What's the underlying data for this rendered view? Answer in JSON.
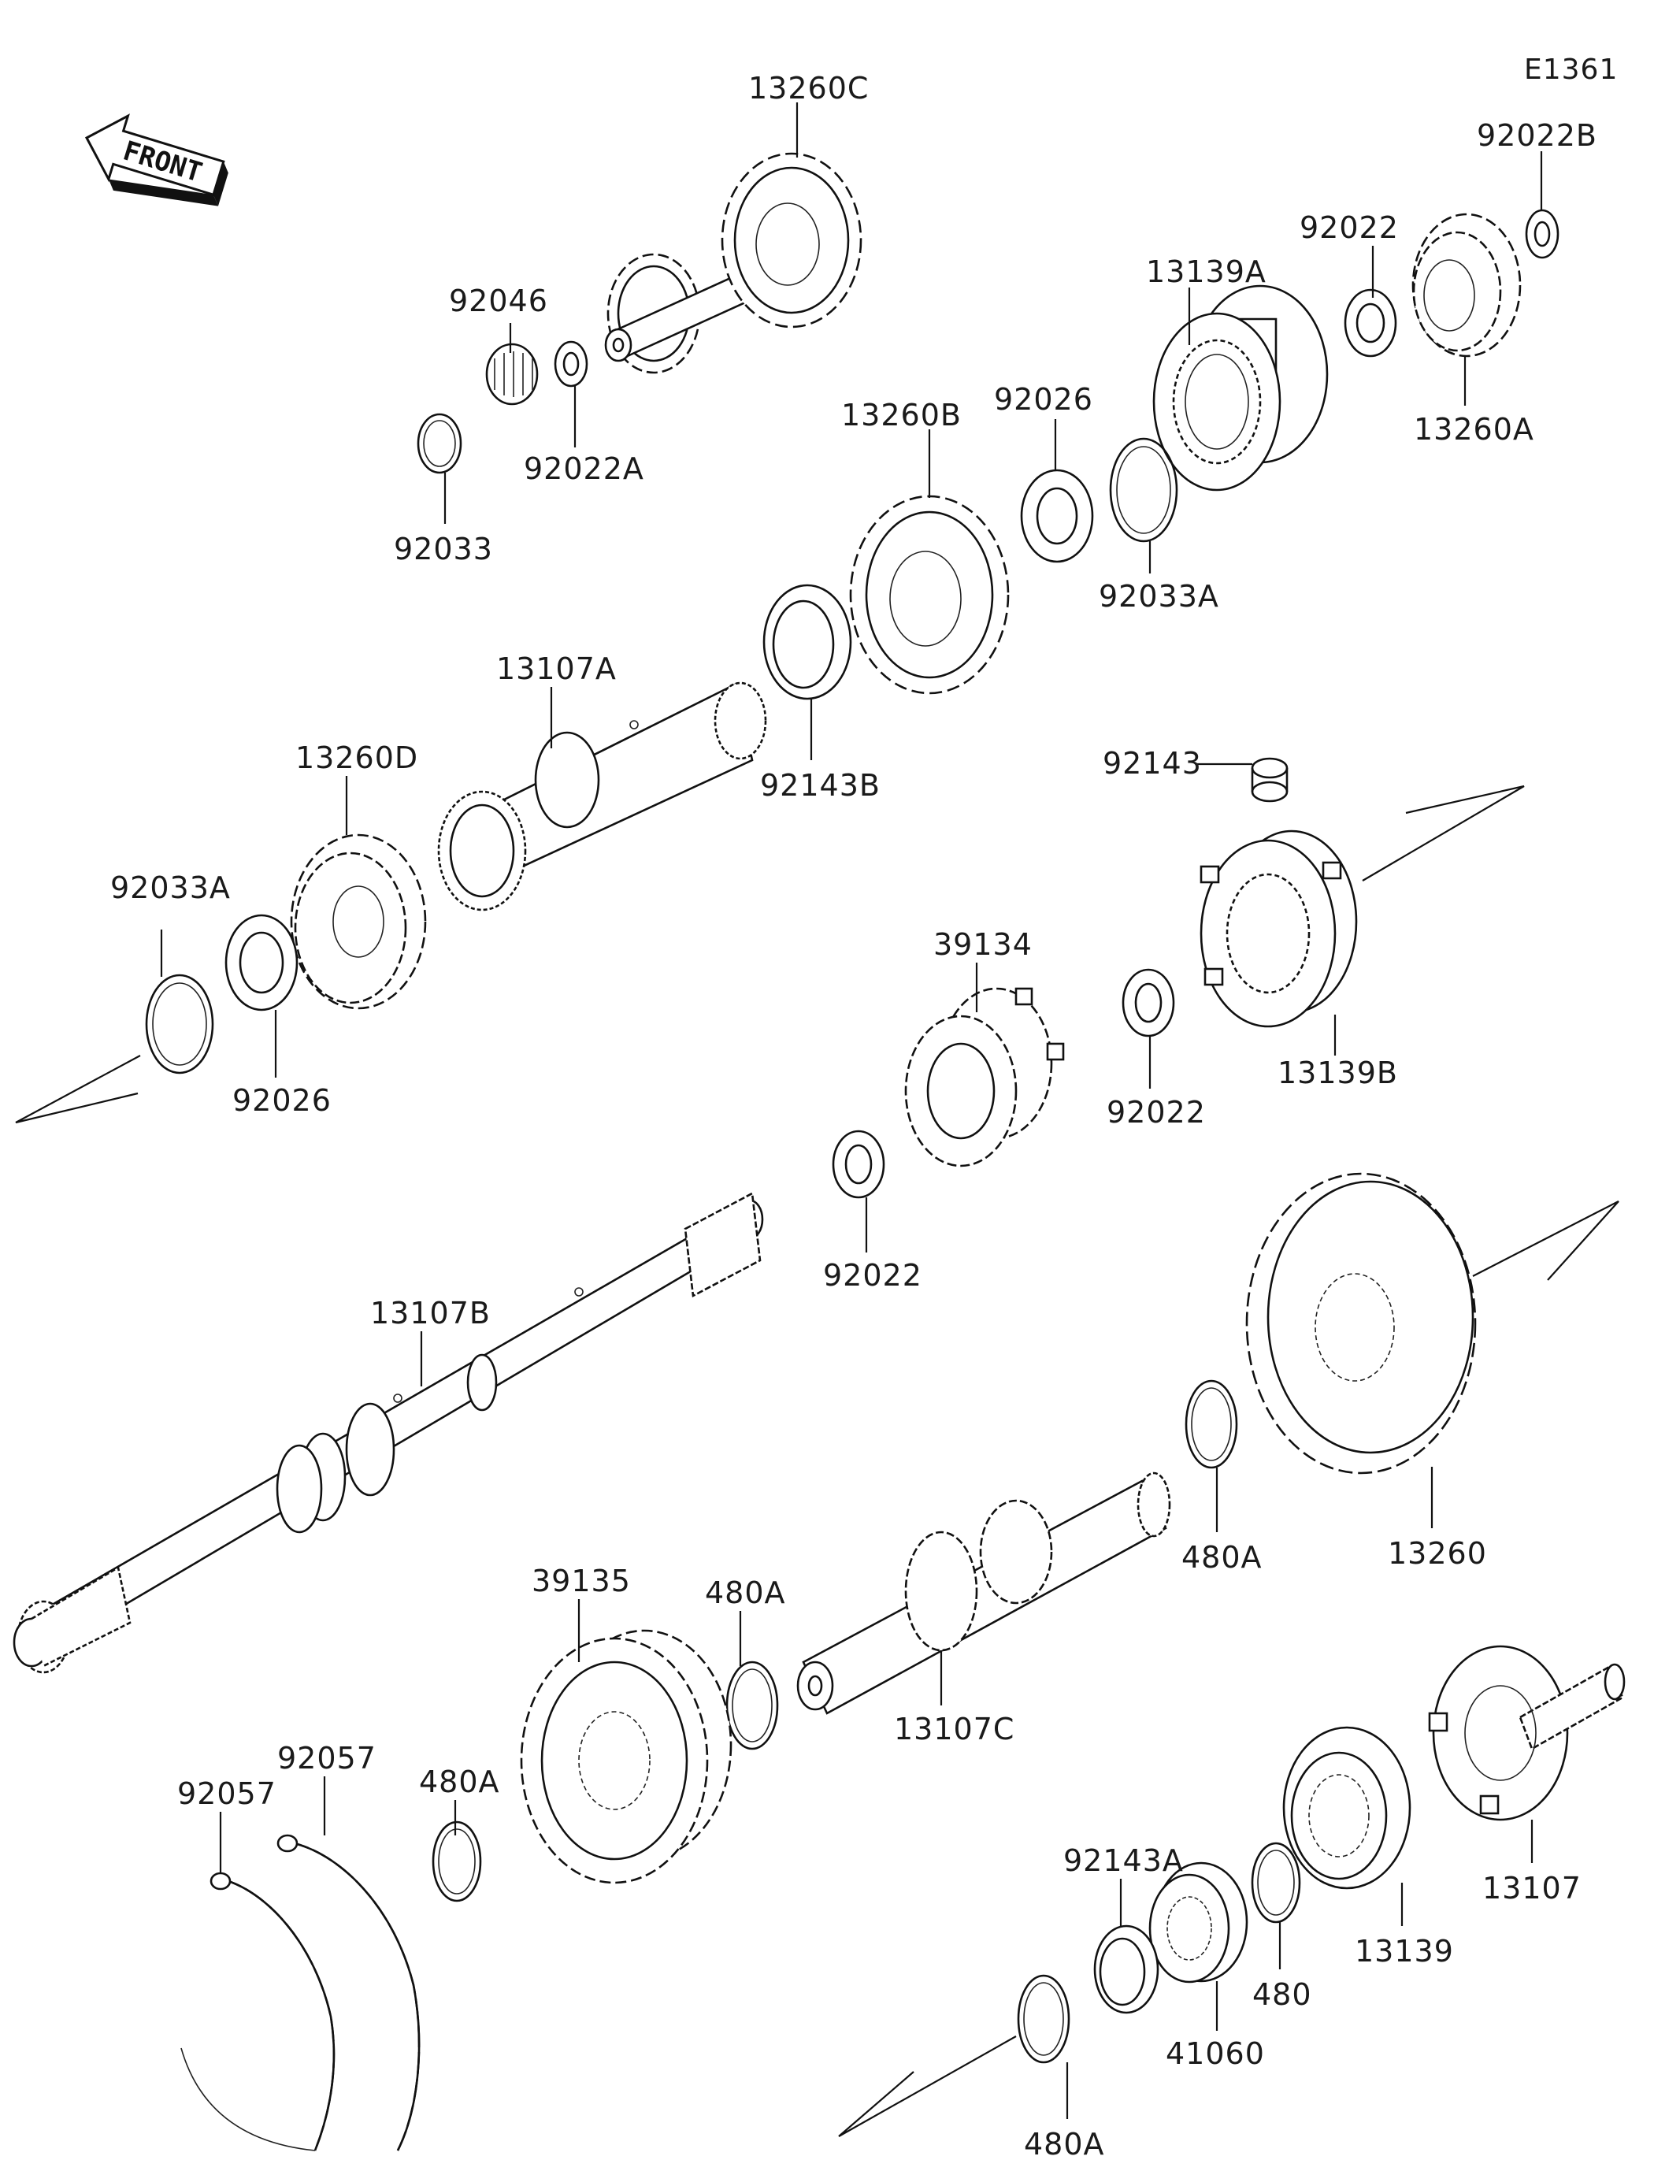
{
  "diagram": {
    "id": "E1361",
    "front_label": "FRONT"
  },
  "parts": [
    {
      "key": "p13260C",
      "label": "13260C"
    },
    {
      "key": "p92046",
      "label": "92046"
    },
    {
      "key": "p92022A",
      "label": "92022A"
    },
    {
      "key": "p92033",
      "label": "92033"
    },
    {
      "key": "p92022B",
      "label": "92022B"
    },
    {
      "key": "p92022_top",
      "label": "92022"
    },
    {
      "key": "p13139A",
      "label": "13139A"
    },
    {
      "key": "p13260A",
      "label": "13260A"
    },
    {
      "key": "p92026_top",
      "label": "92026"
    },
    {
      "key": "p92033A_top",
      "label": "92033A"
    },
    {
      "key": "p13260B",
      "label": "13260B"
    },
    {
      "key": "p92143B",
      "label": "92143B"
    },
    {
      "key": "p13107A",
      "label": "13107A"
    },
    {
      "key": "p13260D",
      "label": "13260D"
    },
    {
      "key": "p92033A_left",
      "label": "92033A"
    },
    {
      "key": "p92026_left",
      "label": "92026"
    },
    {
      "key": "p92143",
      "label": "92143"
    },
    {
      "key": "p13139B",
      "label": "13139B"
    },
    {
      "key": "p92022_mid",
      "label": "92022"
    },
    {
      "key": "p39134",
      "label": "39134"
    },
    {
      "key": "p92022_low",
      "label": "92022"
    },
    {
      "key": "p13107B",
      "label": "13107B"
    },
    {
      "key": "p13260",
      "label": "13260"
    },
    {
      "key": "p480A_right",
      "label": "480A"
    },
    {
      "key": "p13107C",
      "label": "13107C"
    },
    {
      "key": "p480A_mid",
      "label": "480A"
    },
    {
      "key": "p39135",
      "label": "39135"
    },
    {
      "key": "p480A_left",
      "label": "480A"
    },
    {
      "key": "p92057_a",
      "label": "92057"
    },
    {
      "key": "p92057_b",
      "label": "92057"
    },
    {
      "key": "p92143A",
      "label": "92143A"
    },
    {
      "key": "p41060",
      "label": "41060"
    },
    {
      "key": "p480",
      "label": "480"
    },
    {
      "key": "p13139",
      "label": "13139"
    },
    {
      "key": "p13107",
      "label": "13107"
    },
    {
      "key": "p480A_bottom",
      "label": "480A"
    }
  ]
}
